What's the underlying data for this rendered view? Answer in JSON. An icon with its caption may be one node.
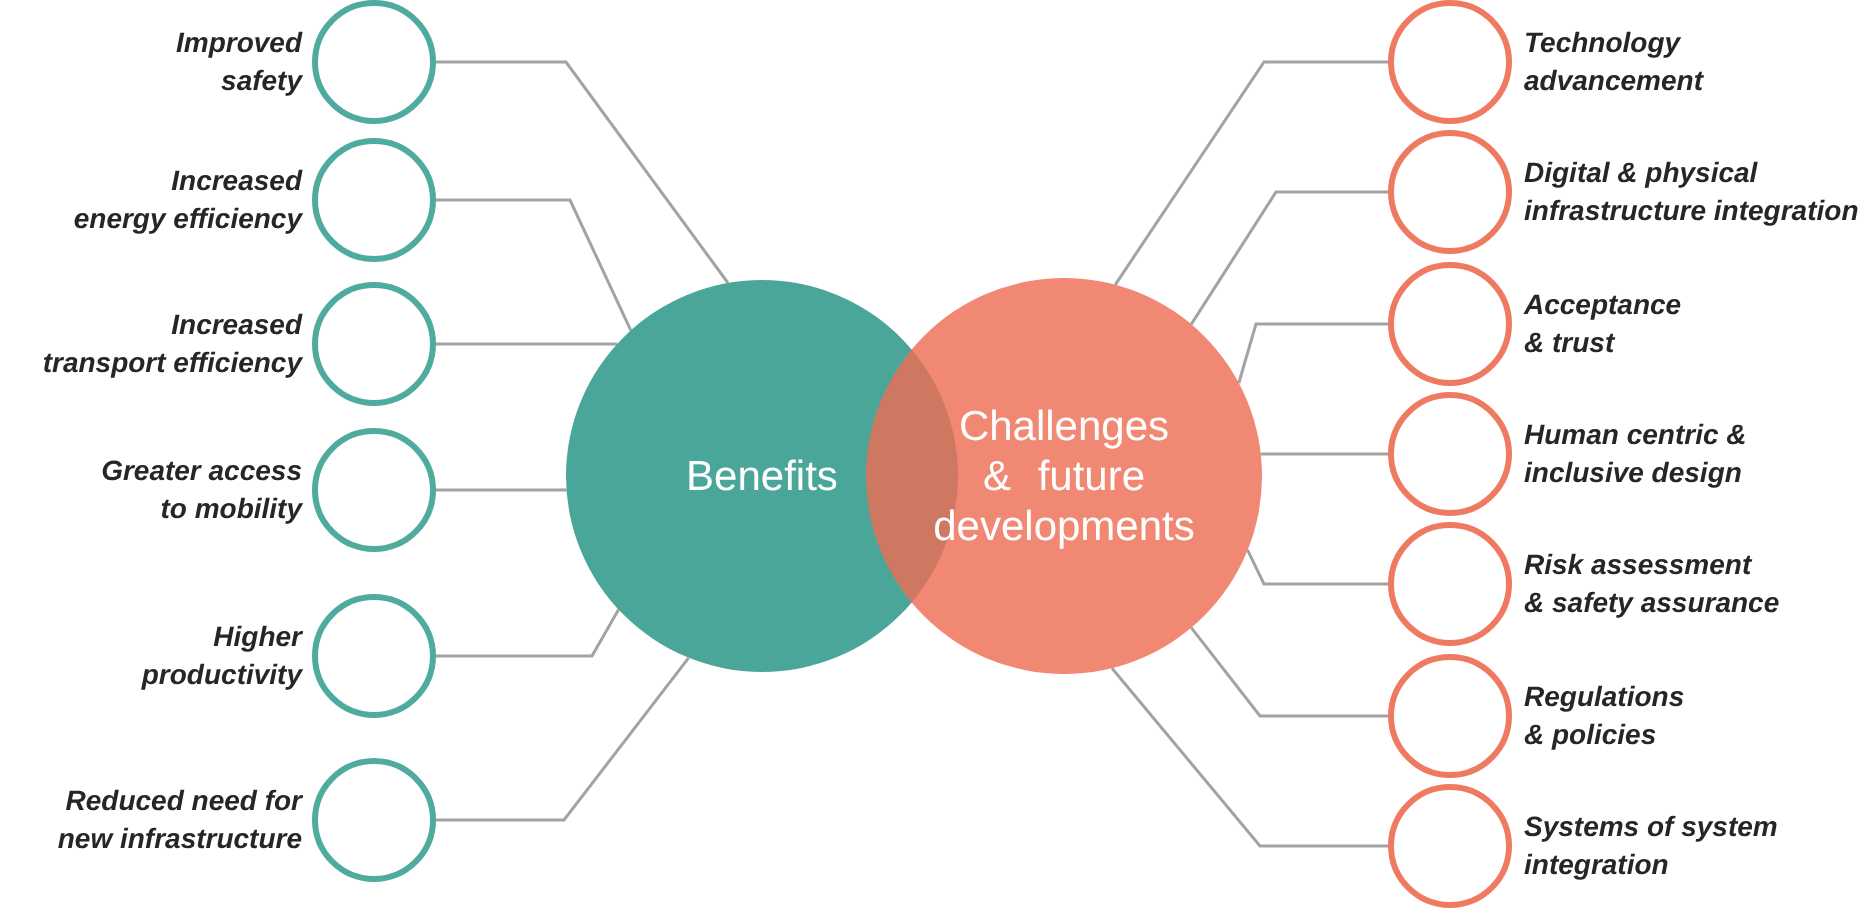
{
  "diagram": {
    "nodes": [
      {
        "text": [],
        "shape": "circle",
        "beside": [
          "Improved safety"
        ]
      },
      {
        "text": [],
        "shape": "circle",
        "beside": [
          "Increased energy efficiency"
        ]
      },
      {
        "text": [],
        "shape": "circle",
        "beside": [
          "Increased transport efficiency"
        ]
      },
      {
        "text": [],
        "shape": "circle",
        "beside": [
          "Greater access to mobility"
        ]
      },
      {
        "text": [],
        "shape": "circle",
        "beside": [
          "Higher productivity"
        ]
      },
      {
        "text": [],
        "shape": "circle",
        "beside": [
          "Reduced need for new infrastructure"
        ]
      },
      {
        "text": [
          "Benefits"
        ]
      },
      {
        "text": [
          "Challenges & future developments"
        ]
      },
      {
        "text": [],
        "shape": "circle",
        "beside": [
          "Technology advancement"
        ]
      },
      {
        "text": [],
        "shape": "circle",
        "beside": [
          "Digital & physical infrastructure integration"
        ]
      },
      {
        "text": [],
        "shape": "circle",
        "beside": [
          "Acceptance & trust"
        ]
      },
      {
        "text": [],
        "shape": "circle",
        "beside": [
          "Human centric & inclusive design"
        ]
      },
      {
        "text": [],
        "shape": "circle",
        "beside": [
          "Risk assessment & safety assurance"
        ]
      },
      {
        "text": [],
        "shape": "circle",
        "beside": [
          "Regulations & policies"
        ]
      },
      {
        "text": [],
        "shape": "circle",
        "beside": [
          "Systems of system integration"
        ]
      }
    ],
    "edges": [
      {
        "from": 6,
        "to": 0,
        "arrow": "none"
      },
      {
        "from": 6,
        "to": 1,
        "arrow": "none"
      },
      {
        "from": 6,
        "to": 2,
        "arrow": "none"
      },
      {
        "from": 6,
        "to": 3,
        "arrow": "none"
      },
      {
        "from": 6,
        "to": 4,
        "arrow": "none"
      },
      {
        "from": 6,
        "to": 5,
        "arrow": "none"
      },
      {
        "from": 7,
        "to": 8,
        "arrow": "none"
      },
      {
        "from": 7,
        "to": 9,
        "arrow": "none"
      },
      {
        "from": 7,
        "to": 10,
        "arrow": "none"
      },
      {
        "from": 7,
        "to": 11,
        "arrow": "none"
      },
      {
        "from": 7,
        "to": 12,
        "arrow": "none"
      },
      {
        "from": 7,
        "to": 13,
        "arrow": "none"
      },
      {
        "from": 7,
        "to": 14,
        "arrow": "none"
      }
    ]
  }
}
